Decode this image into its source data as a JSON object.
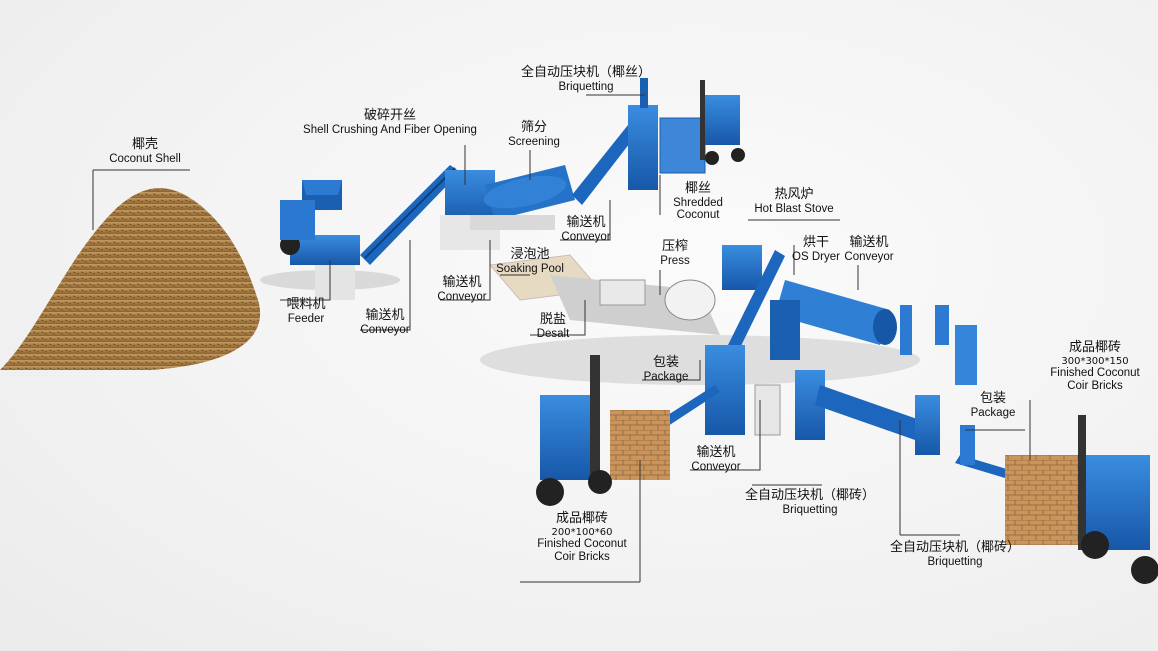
{
  "labels": {
    "coconut_shell": {
      "zh": "椰壳",
      "en": "Coconut Shell"
    },
    "feeder": {
      "zh": "喂料机",
      "en": "Feeder"
    },
    "shell_crushing": {
      "zh": "破碎开丝",
      "en": "Shell Crushing And Fiber Opening"
    },
    "conveyor_1": {
      "zh": "输送机",
      "en": "Conveyor"
    },
    "conveyor_2": {
      "zh": "输送机",
      "en": "Conveyor"
    },
    "screening": {
      "zh": "筛分",
      "en": "Screening"
    },
    "conveyor_3": {
      "zh": "输送机",
      "en": "Conveyor"
    },
    "briquetting_fiber": {
      "zh": "全自动压块机（椰丝）",
      "en": "Briquetting"
    },
    "shredded_coconut": {
      "zh": "椰丝",
      "en": "Shredded Coconut"
    },
    "soaking_pool": {
      "zh": "浸泡池",
      "en": "Soaking Pool"
    },
    "desalt": {
      "zh": "脱盐",
      "en": "Desalt"
    },
    "press": {
      "zh": "压榨",
      "en": "Press"
    },
    "hot_blast_stove": {
      "zh": "热风炉",
      "en": "Hot Blast Stove"
    },
    "os_dryer": {
      "zh": "烘干",
      "en": "OS Dryer"
    },
    "conveyor_4": {
      "zh": "输送机",
      "en": "Conveyor"
    },
    "package_1": {
      "zh": "包装",
      "en": "Package"
    },
    "conveyor_5": {
      "zh": "输送机",
      "en": "Conveyor"
    },
    "briquetting_brick_1": {
      "zh": "全自动压块机（椰砖）",
      "en": "Briquetting"
    },
    "briquetting_brick_2": {
      "zh": "全自动压块机（椰砖）",
      "en": "Briquetting"
    },
    "package_2": {
      "zh": "包装",
      "en": "Package"
    },
    "finished_small": {
      "zh": "成品椰砖",
      "spec": "200*100*60",
      "en": "Finished Coconut Coir Bricks"
    },
    "finished_large": {
      "zh": "成品椰砖",
      "spec": "300*300*150",
      "en": "Finished Coconut Coir Bricks"
    }
  },
  "colors": {
    "machine_blue": "#1f6fc8",
    "machine_dark": "#124a8c",
    "coir_brown": "#a97a45",
    "leader": "#333333"
  }
}
